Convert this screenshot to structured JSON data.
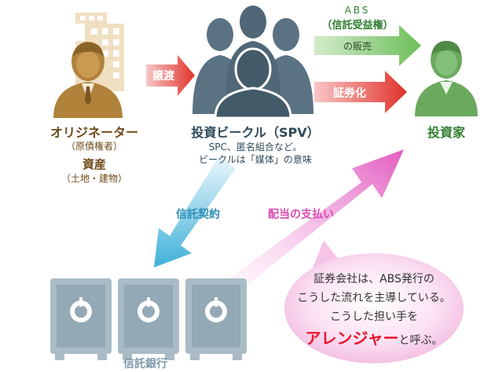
{
  "originator": {
    "title": "オリジネーター",
    "sub": "（原債権者）",
    "assets_title": "資産",
    "assets_sub": "（土地・建物）"
  },
  "arrows": {
    "transfer": "譲渡",
    "securitize": "証券化",
    "abs_line1": "ABS",
    "abs_line2": "（信託受益権）",
    "abs_line3": "の販売",
    "trust_contract": "信託契約",
    "dividend": "配当の支払い"
  },
  "spv": {
    "title": "投資ビークル（SPV）",
    "line1": "SPC、匿名組合など。",
    "line2": "ビークルは「媒体」の意味"
  },
  "investor": {
    "title": "投資家"
  },
  "bank": {
    "title": "信託銀行"
  },
  "bubble": {
    "line1": "証券会社は、ABS発行の",
    "line2": "こうした流れを主導している。",
    "line3": "こうした担い手を",
    "highlight": "アレンジャー",
    "line4_rest": "と呼ぶ。"
  },
  "colors": {
    "brown": "#b0823a",
    "navy": "#5a7282",
    "green": "#6aa95e",
    "red_arrow": "#e0322a",
    "green_arrow": "#6dbf5a",
    "pink_arrow": "#e35bc0",
    "blue_arrow": "#3fb0d8",
    "safe": "#a9bcc6",
    "bubble": "#f8cbe8",
    "highlight": "#e8152c"
  }
}
